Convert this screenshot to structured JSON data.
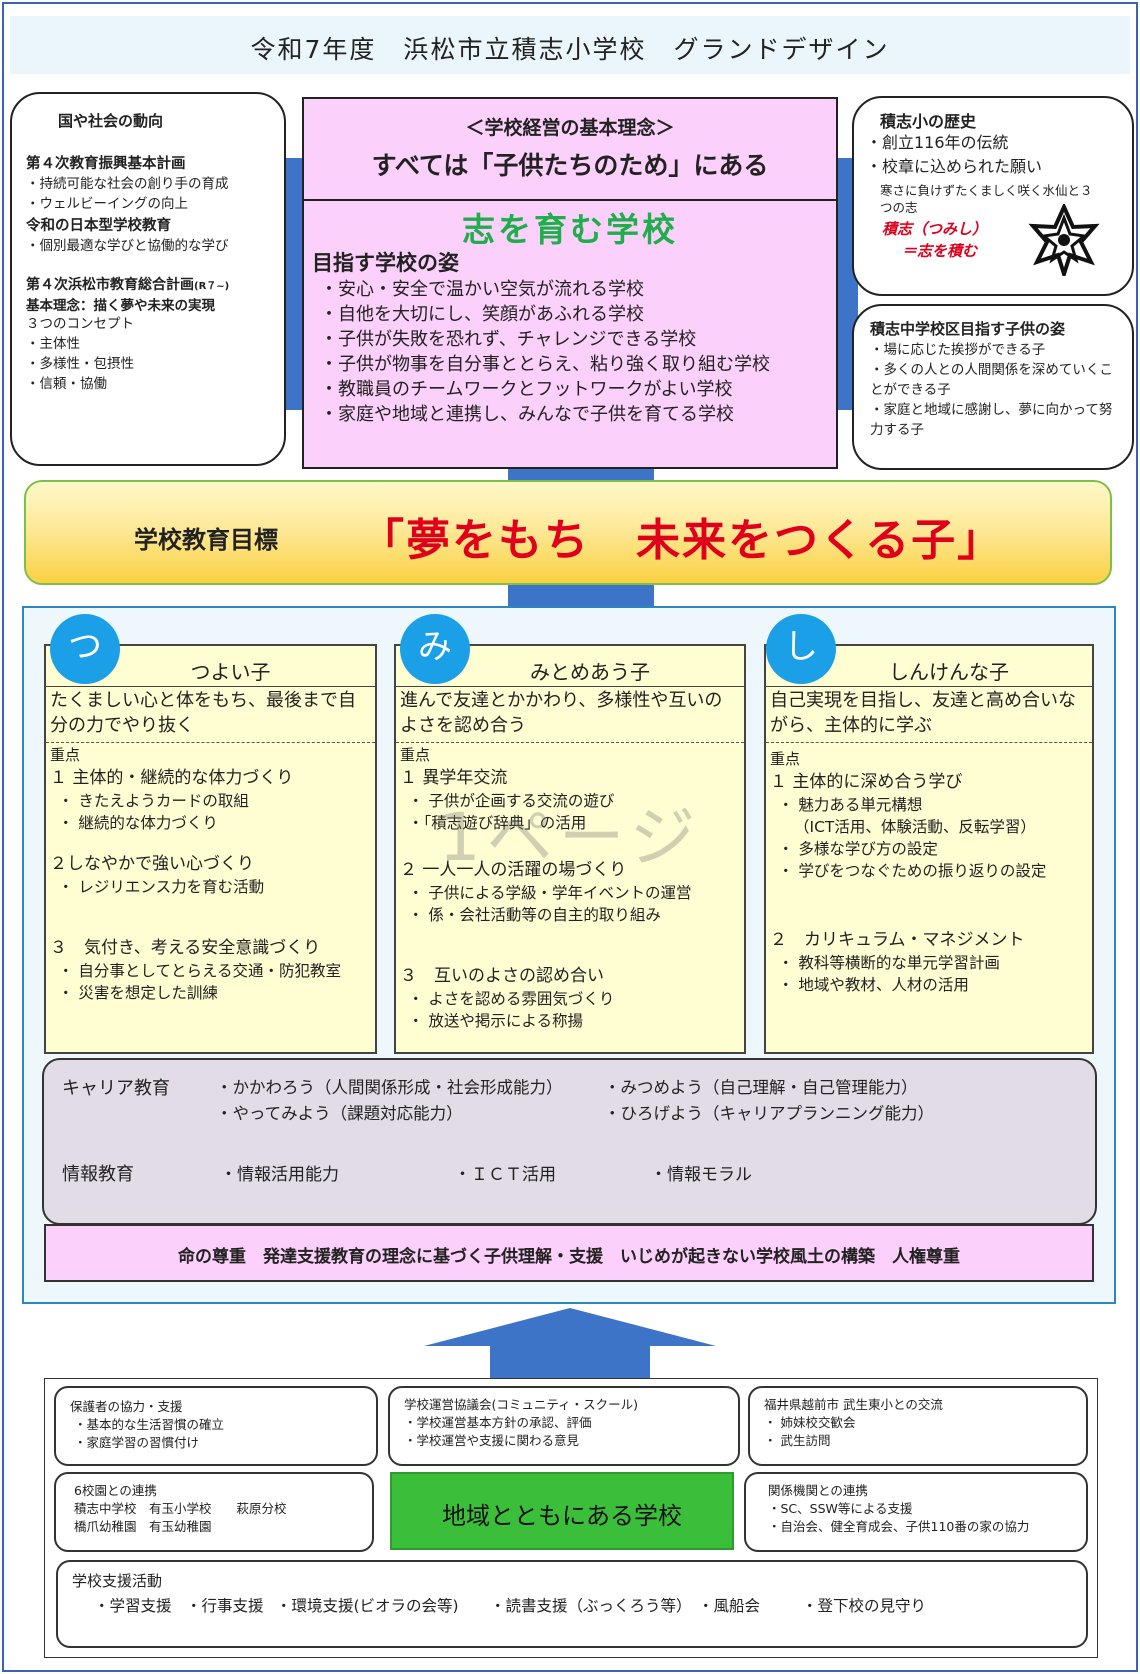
{
  "title": "令和7年度　浜松市立積志小学校　グランドデザイン",
  "national": {
    "heading": "国や社会の動向",
    "plan4": "第４次教育振興基本計画",
    "plan4_items": [
      "・持続可能な社会の創り手の育成",
      "・ウェルビーイングの向上"
    ],
    "reiwa": "令和の日本型学校教育",
    "reiwa_items": [
      "・個別最適な学びと協働的な学び"
    ],
    "city_plan": "第４次浜松市教育総合計画",
    "city_plan_suffix": "(R７~)",
    "city_basic": "基本理念：描く夢や未来の実現",
    "concept": "３つのコンセプト",
    "concept_items": [
      "・主体性",
      "・多様性・包摂性",
      "・信頼・協働"
    ]
  },
  "philosophy": {
    "label": "＜学校経営の基本理念＞",
    "main": "すべては「子供たちのため」にある",
    "slogan": "志を育む学校",
    "vision_heading": "目指す学校の姿",
    "vision_items": [
      "・安心・安全で温かい空気が流れる学校",
      "・自他を大切にし、笑顔があふれる学校",
      "・子供が失敗を恐れず、チャレンジできる学校",
      "・子供が物事を自分事ととらえ、粘り強く取り組む学校",
      "・教職員のチームワークとフットワークがよい学校",
      "・家庭や地域と連携し、みんなで子供を育てる学校"
    ]
  },
  "history": {
    "heading": "積志小の歴史",
    "items": [
      "・創立116年の伝統",
      "・校章に込められた願い"
    ],
    "note": "寒さに負けずたくましく咲く水仙と３つの志",
    "emphasis1": "積志（つみし）",
    "emphasis2": "＝志を積む"
  },
  "junior": {
    "heading": "積志中学校区目指す子供の姿",
    "items": [
      "・場に応じた挨拶ができる子",
      "・多くの人との人間関係を深めていくことができる子",
      "・家庭と地域に感謝し、夢に向かって努力する子"
    ]
  },
  "goal": {
    "label": "学校教育目標",
    "text": "「夢をもち　未来をつくる子」"
  },
  "watermark": "1ページ",
  "columns": [
    {
      "circle": "つ",
      "title": "つよい子",
      "desc": "たくましい心と体をもち、最後まで自分の力でやり抜く",
      "focus": "重点",
      "points": [
        {
          "title": "１ 主体的・継続的な体力づくり",
          "bullets": [
            "・ きたえようカードの取組",
            "・ 継続的な体力づくり"
          ]
        },
        {
          "title": "２しなやかで強い心づくり",
          "bullets": [
            "・ レジリエンス力を育む活動"
          ]
        },
        {
          "title": "３　気付き、考える安全意識づくり",
          "bullets": [
            "・ 自分事としてとらえる交通・防犯教室",
            "・ 災害を想定した訓練"
          ]
        }
      ]
    },
    {
      "circle": "み",
      "title": "みとめあう子",
      "desc": "進んで友達とかかわり、多様性や互いのよさを認め合う",
      "focus": "重点",
      "points": [
        {
          "title": "１ 異学年交流",
          "bullets": [
            "・ 子供が企画する交流の遊び",
            "・「積志遊び辞典」の活用"
          ]
        },
        {
          "title": "２ 一人一人の活躍の場づくり",
          "bullets": [
            "・ 子供による学級・学年イベントの運営",
            "・ 係・会社活動等の自主的取り組み"
          ]
        },
        {
          "title": "３　互いのよさの認め合い",
          "bullets": [
            "・ よさを認める雰囲気づくり",
            "・ 放送や掲示による称揚"
          ]
        }
      ]
    },
    {
      "circle": "し",
      "title": "しんけんな子",
      "desc": "自己実現を目指し、友達と高め合いながら、主体的に学ぶ",
      "focus": "重点",
      "points": [
        {
          "title": "１ 主体的に深め合う学び",
          "bullets": [
            "・ 魅力ある単元構想",
            "（ICT活用、体験活動、反転学習）",
            "・ 多様な学び方の設定",
            "・ 学びをつなぐための振り返りの設定"
          ]
        },
        {
          "title": "２　カリキュラム・マネジメント",
          "bullets": [
            "・ 教科等横断的な単元学習計画",
            "・ 地域や教材、人材の活用"
          ]
        }
      ]
    }
  ],
  "career": {
    "label": "キャリア教育",
    "items": [
      "・かかわろう（人間関係形成・社会形成能力）",
      "・みつめよう（自己理解・自己管理能力）",
      "・やってみよう（課題対応能力）",
      "・ひろげよう（キャリアプランニング能力）"
    ],
    "info_label": "情報教育",
    "info_items": [
      "・情報活用能力",
      "・ＩＣＴ活用",
      "・情報モラル"
    ]
  },
  "base_text": "命の尊重　発達支援教育の理念に基づく子供理解・支援　いじめが起きない学校風土の構築　人権尊重",
  "support": {
    "guardian": {
      "title": "保護者の協力・支援",
      "items": [
        "・基本的な生活習慣の確立",
        "・家庭学習の習慣付け"
      ]
    },
    "council": {
      "title": "学校運営協議会(コミュニティ・スクール)",
      "items": [
        "・学校運営基本方針の承認、評価",
        "・学校運営や支援に関わる意見"
      ]
    },
    "fukui": {
      "title": "福井県越前市 武生東小との交流",
      "items": [
        "・ 姉妹校交歓会",
        "・ 武生訪問"
      ]
    },
    "six": {
      "title": "6校園との連携",
      "items": [
        "積志中学校　有玉小学校　　萩原分校",
        "橋爪幼稚園　有玉幼稚園"
      ]
    },
    "center": "地域とともにある学校",
    "related": {
      "title": "関係機関との連携",
      "items": [
        "・SC、SSW等による支援",
        "・自治会、健全育成会、子供110番の家の協力"
      ]
    },
    "activity": {
      "title": "学校支援活動",
      "items": [
        "・学習支援",
        "・行事支援",
        "・環境支援(ビオラの会等)",
        "・読書支援（ぶっくろう等）",
        "・風船会",
        "・登下校の見守り"
      ]
    }
  },
  "colors": {
    "frame": "#3a63b4",
    "bluebar": "#3e74c7",
    "pink": "#fbd0fa",
    "slogan_green": "#1fae4b",
    "goal_red": "#e0001b",
    "circle_blue": "#1ba0e8",
    "career_bg": "#e1dce6",
    "center_green": "#3bbf3b"
  }
}
